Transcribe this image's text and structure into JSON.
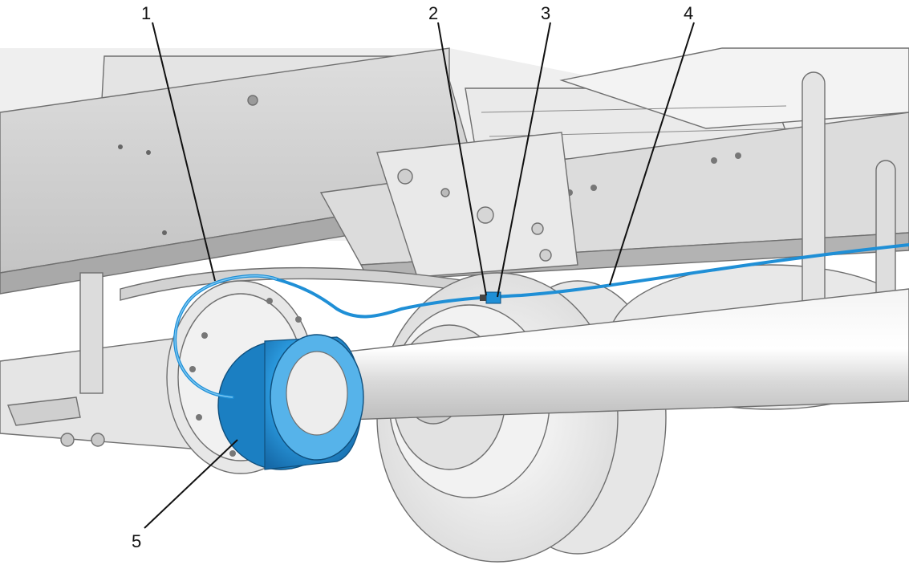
{
  "diagram": {
    "callouts": [
      {
        "id": "1",
        "label": "1"
      },
      {
        "id": "2",
        "label": "2"
      },
      {
        "id": "3",
        "label": "3"
      },
      {
        "id": "4",
        "label": "4"
      },
      {
        "id": "5",
        "label": "5"
      }
    ],
    "colors": {
      "background": "#ffffff",
      "frame": "#d4d4d4",
      "frame_dark": "#b9b9b9",
      "highlight_blue": "#1f8fd6",
      "highlight_blue_light": "#7cc7f2",
      "outline": "#6f6f6f",
      "label": "#111111"
    }
  }
}
